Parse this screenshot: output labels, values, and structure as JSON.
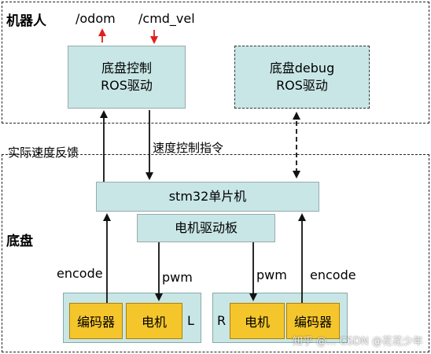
{
  "regions": {
    "robot_label": "机器人",
    "chassis_label": "底盘"
  },
  "topics": {
    "odom": "/odom",
    "cmd_vel": "/cmd_vel"
  },
  "nodes": {
    "ros_driver": {
      "line1": "底盘控制",
      "line2": "ROS驱动"
    },
    "debug_driver": {
      "line1": "底盘debug",
      "line2": "ROS驱动"
    },
    "mcu": "stm32单片机",
    "motor_driver_board": "电机驱动板"
  },
  "edges": {
    "feedback": "实际速度反馈",
    "command": "速度控制指令"
  },
  "left_side": {
    "encode": "encode",
    "pwm": "pwm",
    "encoder": "编码器",
    "motor": "电机",
    "side": "L"
  },
  "right_side": {
    "encode": "encode",
    "pwm": "pwm",
    "encoder": "编码器",
    "motor": "电机",
    "side": "R"
  },
  "watermark": "知乎 @... CSDN @花花少年",
  "colors": {
    "node_fill": "#c8e6e6",
    "module_fill": "#f5c62c",
    "topic_arrow": "#e02020"
  }
}
